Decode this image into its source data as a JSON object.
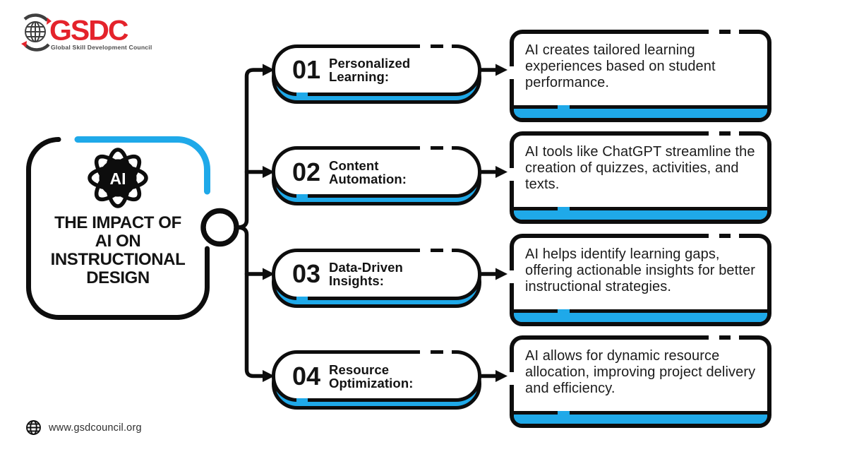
{
  "brand": {
    "name": "GSDC",
    "tagline": "Global Skill Development Council",
    "logo_color": "#E4232B"
  },
  "title_card": {
    "icon_label": "AI",
    "title_lines": [
      "THE IMPACT OF",
      "AI ON",
      "INSTRUCTIONAL",
      "DESIGN"
    ]
  },
  "colors": {
    "accent_blue": "#1FA9E9",
    "ink": "#0D0D0D",
    "background": "#FFFFFF"
  },
  "items": [
    {
      "number": "01",
      "label_line1": "Personalized",
      "label_line2": "Learning:",
      "description": "AI creates tailored learning experiences based on student performance."
    },
    {
      "number": "02",
      "label_line1": "Content",
      "label_line2": "Automation:",
      "description": "AI tools like ChatGPT streamline the creation of quizzes, activities, and texts."
    },
    {
      "number": "03",
      "label_line1": "Data-Driven",
      "label_line2": "Insights:",
      "description": "AI helps identify learning gaps, offering actionable insights for better instructional strategies."
    },
    {
      "number": "04",
      "label_line1": "Resource",
      "label_line2": "Optimization:",
      "description": "AI allows for dynamic resource allocation, improving project delivery and efficiency."
    }
  ],
  "footer": {
    "website": "www.gsdcouncil.org"
  }
}
